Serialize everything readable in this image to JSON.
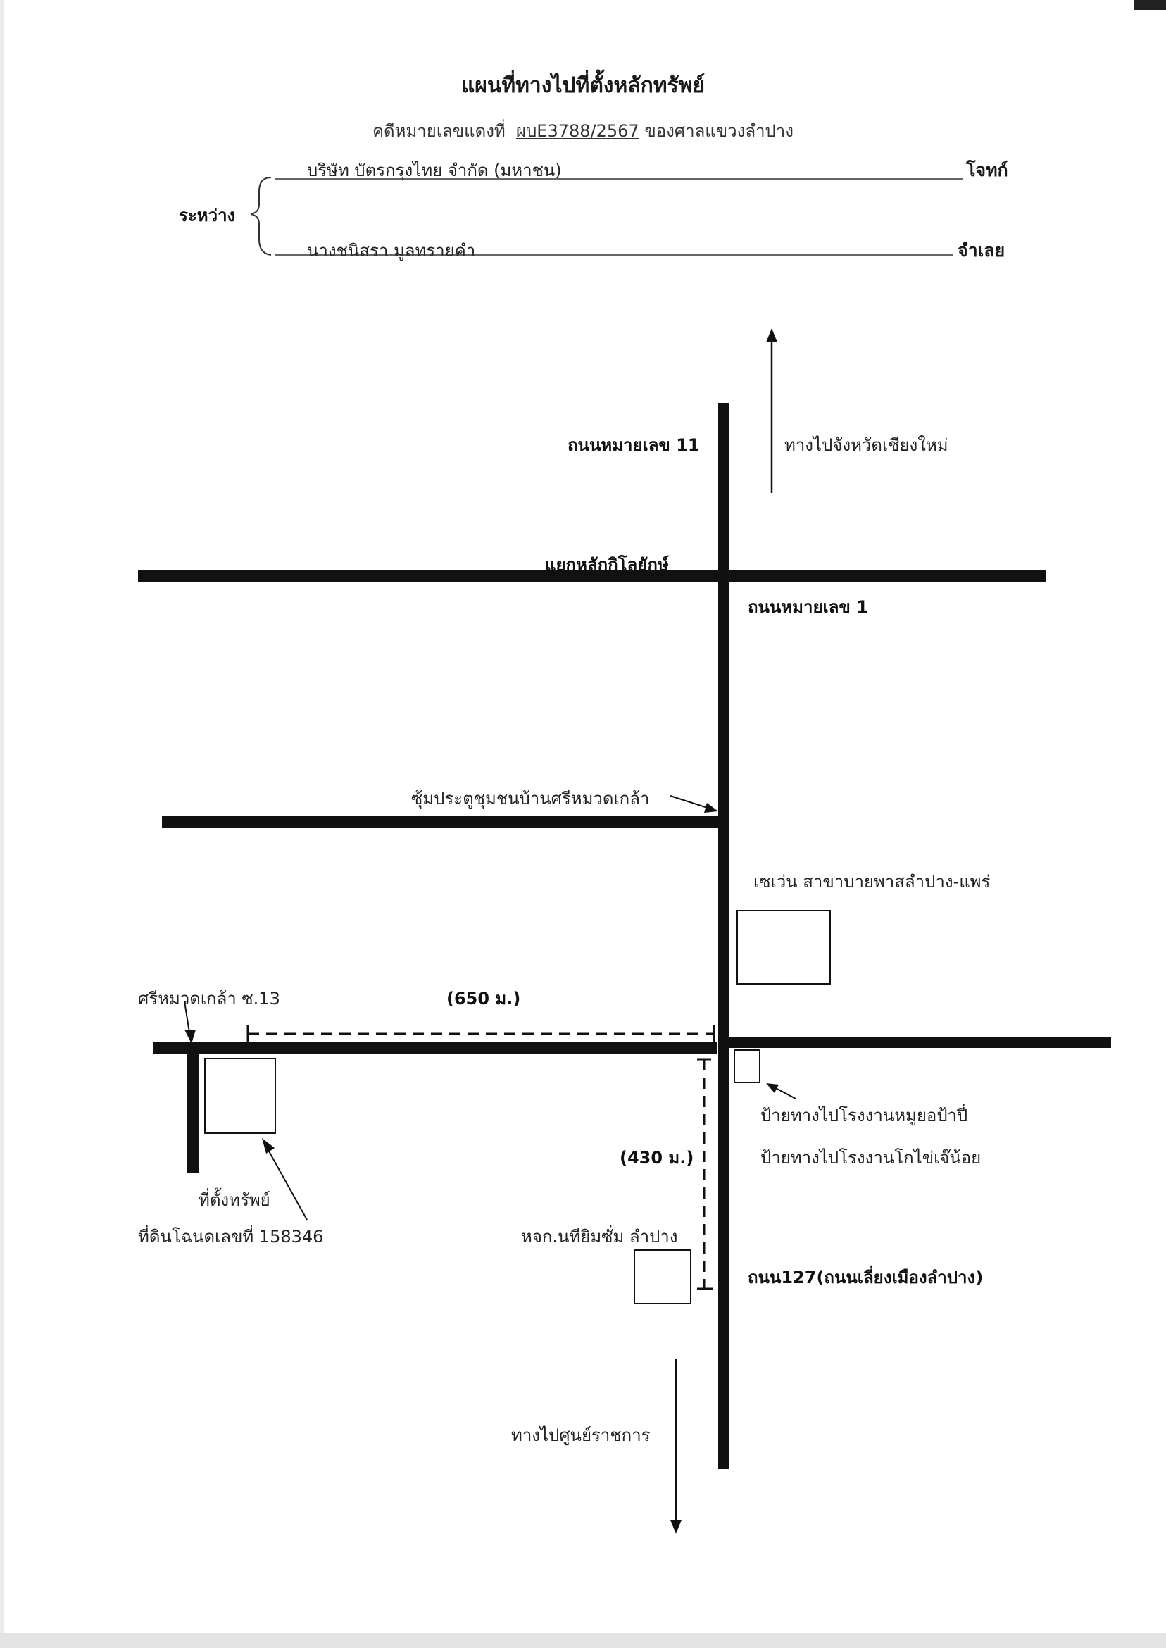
{
  "header": {
    "title": "แผนที่ทางไปที่ตั้งหลักทรัพย์",
    "case_prefix": "คดีหมายเลขแดงที่",
    "case_number": "ผบE3788/2567",
    "court": "ของศาลแขวงลำปาง",
    "between_label": "ระหว่าง",
    "plaintiff": "บริษัท บัตรกรุงไทย จำกัด (มหาชน)",
    "plaintiff_role": "โจทก์",
    "defendant": "นางชนิสรา  มูลทรายคำ",
    "defendant_role": "จำเลย"
  },
  "map": {
    "road_11": "ถนนหมายเลข 11",
    "to_chiangmai": "ทางไปจังหวัดเชียงใหม่",
    "junction": "แยกหลักกิโลยักษ์",
    "road_1": "ถนนหมายเลข 1",
    "community_gate": "ซุ้มประตูชุมชนบ้านศรีหมวดเกล้า",
    "seven_eleven": "เซเว่น สาขาบายพาสลำปาง-แพร่",
    "soi_13": "ศรีหมวดเกล้า ซ.13",
    "dist_650": "(650 ม.)",
    "sign_1": "ป้ายทางไปโรงงานหมูยอป้าปี่",
    "sign_2": "ป้ายทางไปโรงงานโกไข่เจ๊น้อย",
    "dist_430": "(430 ม.)",
    "property_1": "ที่ตั้งทรัพย์",
    "property_2": "ที่ดินโฉนดเลขที่ 158346",
    "company": "หจก.นทียิมซั่ม ลำปาง",
    "road_127": "ถนน127(ถนนเลี่ยงเมืองลำปาง)",
    "to_govt_center": "ทางไปศูนย์ราชการ"
  }
}
